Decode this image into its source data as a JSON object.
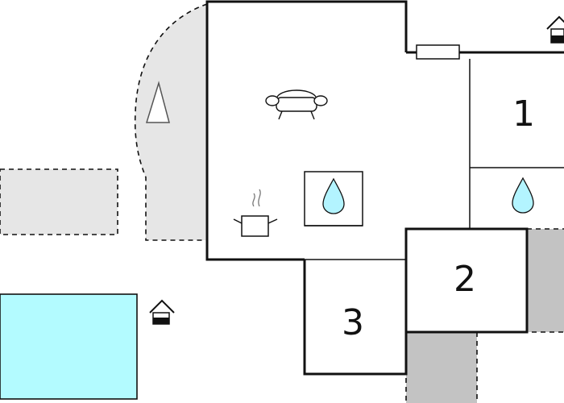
{
  "floorplan": {
    "room_labels": [
      "1",
      "2",
      "3"
    ],
    "icons": [
      "sofa-icon",
      "cooking-pot-icon",
      "water-drop-icon",
      "water-drop-icon",
      "tree-icon",
      "entrance-house-icon",
      "entrance-house-icon"
    ],
    "colors": {
      "wall": "#111111",
      "terrace": "#e6e6e6",
      "pool": "#b3fbff",
      "water_drop": "#b3f4ff",
      "dark_terrace": "#c3c3c3"
    }
  }
}
